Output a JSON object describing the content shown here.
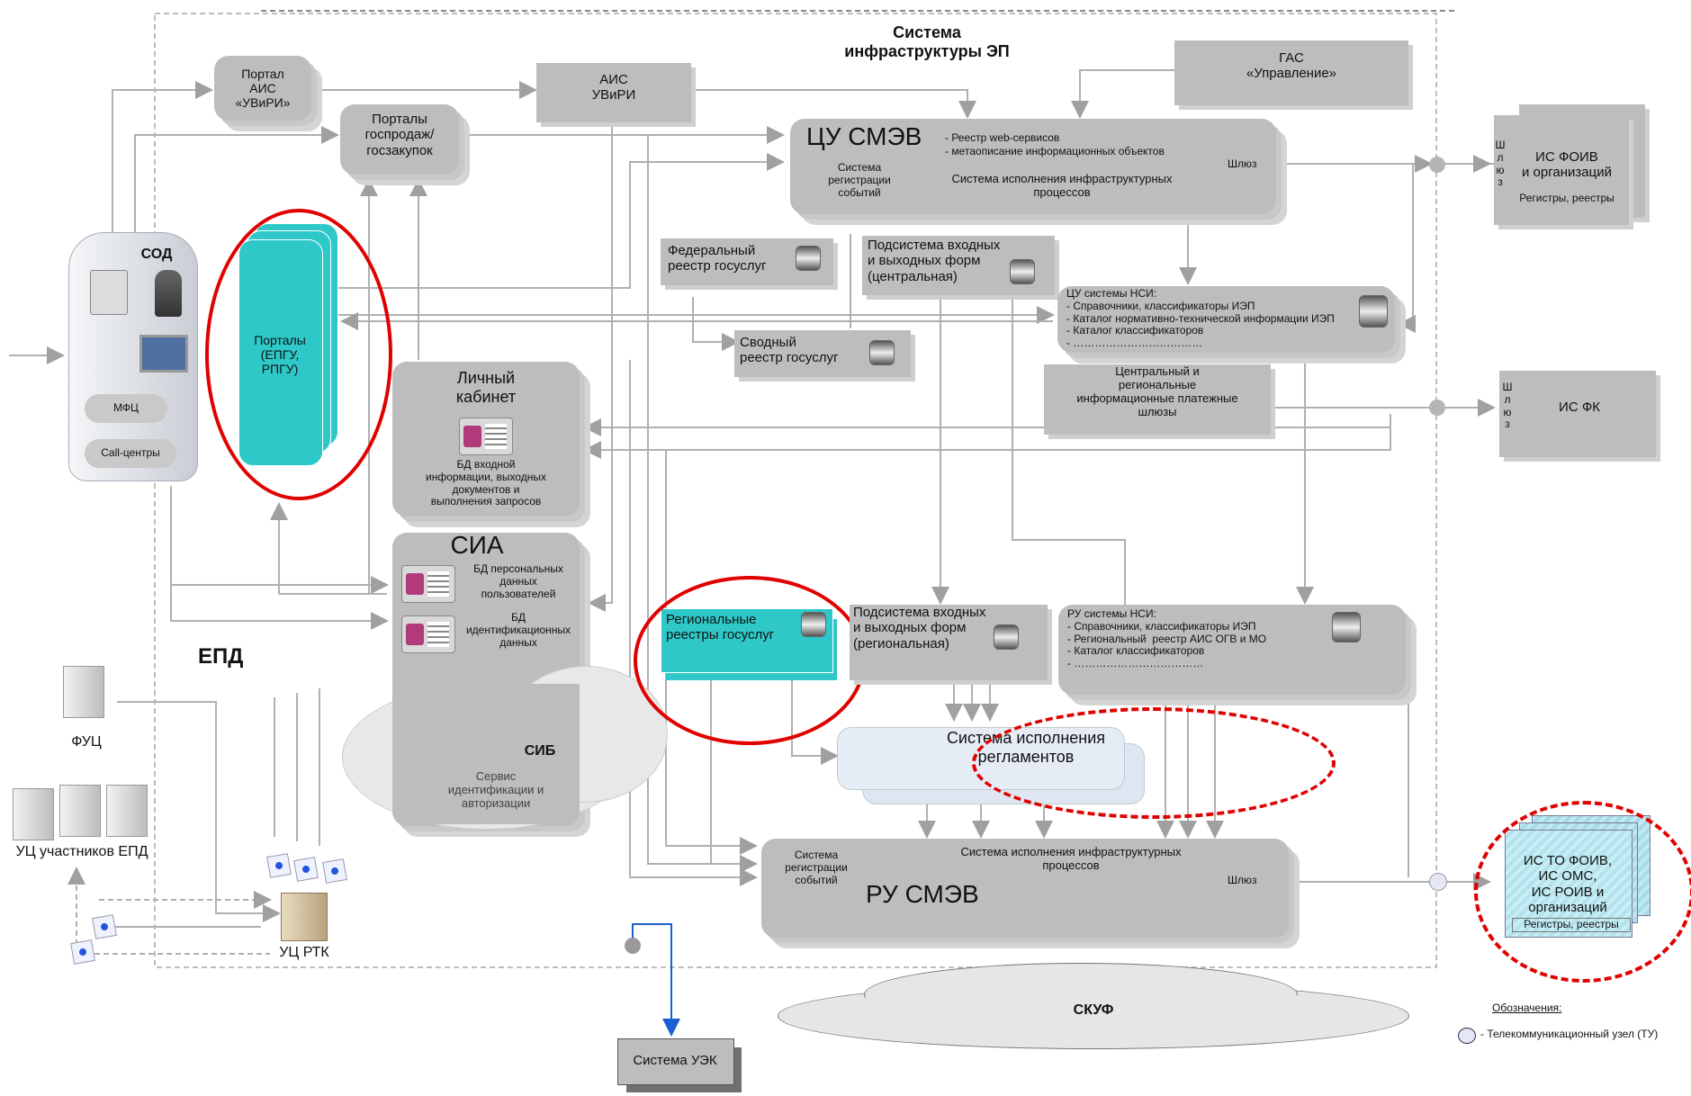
{
  "diagram": {
    "system_title": "Система\nинфраструктуры ЭП",
    "epd": "ЕПД",
    "portal_aisuvir": "Портал\nАИС\n«УВиРИ»",
    "ais_uvir": "АИС\nУВиРИ",
    "gas": "ГАС\n«Управление»",
    "portals_gos": "Порталы\nгоспродаж/\nгосзакупок",
    "sod": "СОД",
    "mfc": "МФЦ",
    "call": "Call-центры",
    "portals_epgu": "Порталы\n(ЕПГУ,\nРПГУ)",
    "cu_smev_title": "ЦУ СМЭВ",
    "cu_reestr": "- Реестр web-сервисов",
    "cu_meta": "- метаописание информационных объектов",
    "cu_sys_reg": "Система\nрегистрации\nсобытий",
    "cu_sys_exec": "Система исполнения инфраструктурных\nпроцессов",
    "cu_gate": "Шлюз",
    "fed_reestr": "Федеральный\nреестр госуслуг",
    "podsys_central": "Подсистема входных\nи выходных форм\n(центральная)",
    "svod_reestr": "Сводный\nреестр госуслуг",
    "nsi_cu": "ЦУ системы НСИ:\n- Справочники, классификаторы ИЭП\n- Каталог нормативно-технической информации ИЭП\n- Каталог классификаторов\n- ………………………………",
    "is_foiv_gate": "Ш\nл\nю\nз",
    "is_foiv": "ИС ФОИВ\nи организаций",
    "is_foiv_sub": "Регистры, реестры",
    "pay_gates": "Центральный и\nрегиональные\nинформационные платежные\nшлюзы",
    "is_fk_gate": "Ш\nл\nю\nз",
    "is_fk": "ИС ФК",
    "lk_title": "Личный\nкабинет",
    "lk_db": "БД входной\nинформации, выходных\nдокументов и\nвыполнения запросов",
    "sia_title": "СИА",
    "sia_db1": "БД персональных\nданных\nпользователей",
    "sia_db2": "БД\nидентификационных\nданных",
    "sib": "СИБ",
    "service_ident": "Сервис\nидентификации и\nавторизации",
    "reg_reestr": "Региональные\nреестры госуслуг",
    "podsys_regional": "Подсистема входных\nи выходных форм\n(региональная)",
    "nsi_ru": "РУ системы НСИ:\n- Справочники, классификаторы ИЭП\n- Региональный  реестр АИС ОГВ и МО\n- Каталог классификаторов\n- ………………………………",
    "sys_regl": "Система исполнения\nрегламентов",
    "ru_sys_reg": "Система\nрегистрации\nсобытий",
    "ru_sys_exec": "Система исполнения инфраструктурных\nпроцессов",
    "ru_smev": "РУ СМЭВ",
    "ru_gate": "Шлюз",
    "is_to": "ИС ТО ФОИВ,\nИС ОМС,\nИС РОИВ и\nорганизаций",
    "is_to_sub": "Регистры, реестры",
    "fuc": "ФУЦ",
    "uc_epd": "УЦ участников ЕПД",
    "uc_rtk": "УЦ РТК",
    "skuf": "СКУФ",
    "uek": "Система УЭК",
    "legend_title": "Обозначения:",
    "legend_item": "- Телекоммуникационный узел (ТУ)"
  },
  "colors": {
    "box": "#bdbdbd",
    "teal": "#2ec8c8",
    "red": "#e00000",
    "arrow": "#a8a8a8",
    "blue": "#1a5fd0"
  }
}
